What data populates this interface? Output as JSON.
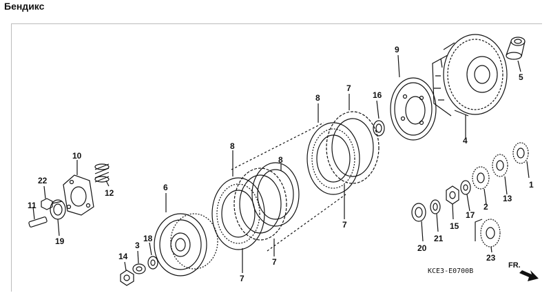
{
  "title": "Бендикс",
  "diagram_code": "KCE3-E0700B",
  "fr_label": "FR.",
  "callouts": {
    "c1": "1",
    "c2": "2",
    "c3": "3",
    "c4": "4",
    "c5": "5",
    "c6": "6",
    "c7a": "7",
    "c7b": "7",
    "c7c": "7",
    "c7d": "7",
    "c8a": "8",
    "c8b": "8",
    "c8c": "8",
    "c9": "9",
    "c10": "10",
    "c11": "11",
    "c12": "12",
    "c13": "13",
    "c14": "14",
    "c15": "15",
    "c16": "16",
    "c17": "17",
    "c18": "18",
    "c19": "19",
    "c20": "20",
    "c21": "21",
    "c22": "22",
    "c23": "23"
  }
}
